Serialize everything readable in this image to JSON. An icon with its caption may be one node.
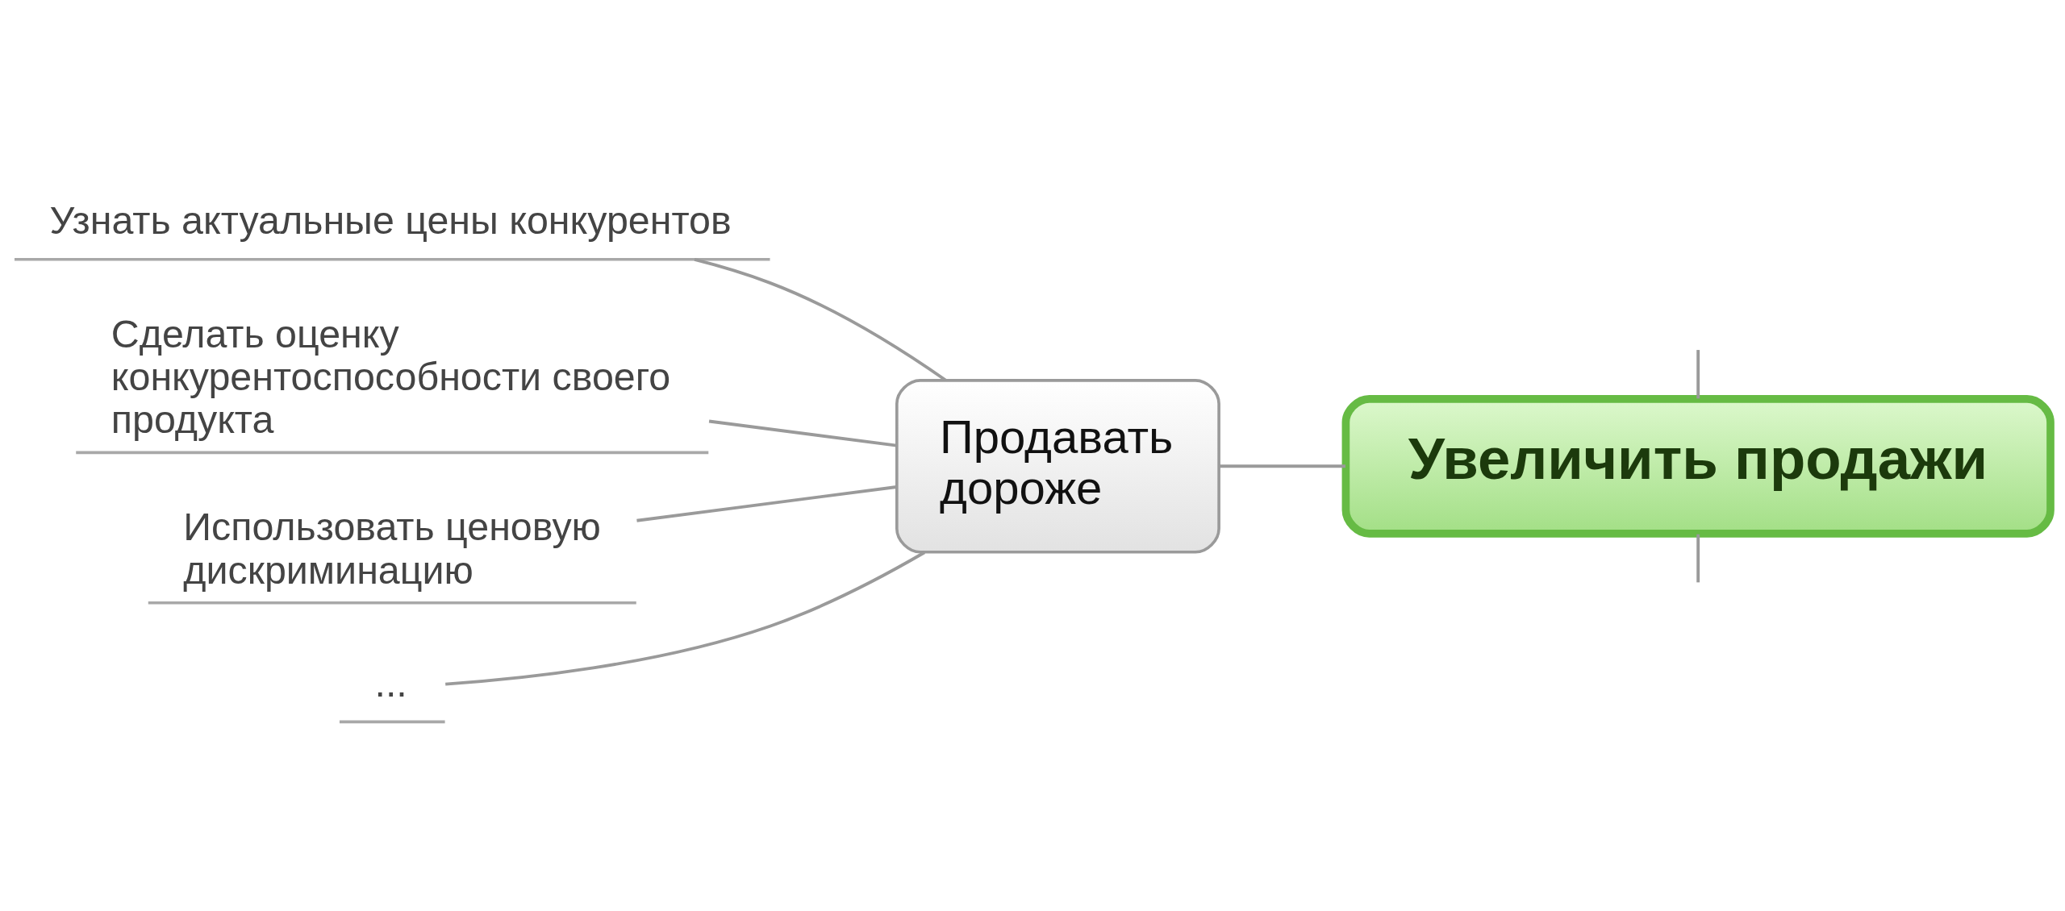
{
  "diagram": {
    "nodes": [
      {
        "text": [
          "Увеличить продажи"
        ]
      },
      {
        "text": [
          "Продавать дороже"
        ]
      },
      {
        "text": [
          "Узнать актуальные цены конкурентов"
        ]
      },
      {
        "text": [
          "Сделать оценку конкурентоспособности своего продукта"
        ]
      },
      {
        "text": [
          "Использовать ценовую дискриминацию"
        ]
      },
      {
        "text": [
          "..."
        ]
      }
    ],
    "edges": [
      {
        "from": 0,
        "to": 1,
        "arrow": "none"
      },
      {
        "from": 1,
        "to": 2,
        "arrow": "none"
      },
      {
        "from": 1,
        "to": 3,
        "arrow": "none"
      },
      {
        "from": 1,
        "to": 4,
        "arrow": "none"
      },
      {
        "from": 1,
        "to": 5,
        "arrow": "none"
      },
      {
        "from": 0,
        "to": null,
        "arrow": "none"
      },
      {
        "from": 0,
        "to": null,
        "arrow": "none"
      }
    ]
  }
}
